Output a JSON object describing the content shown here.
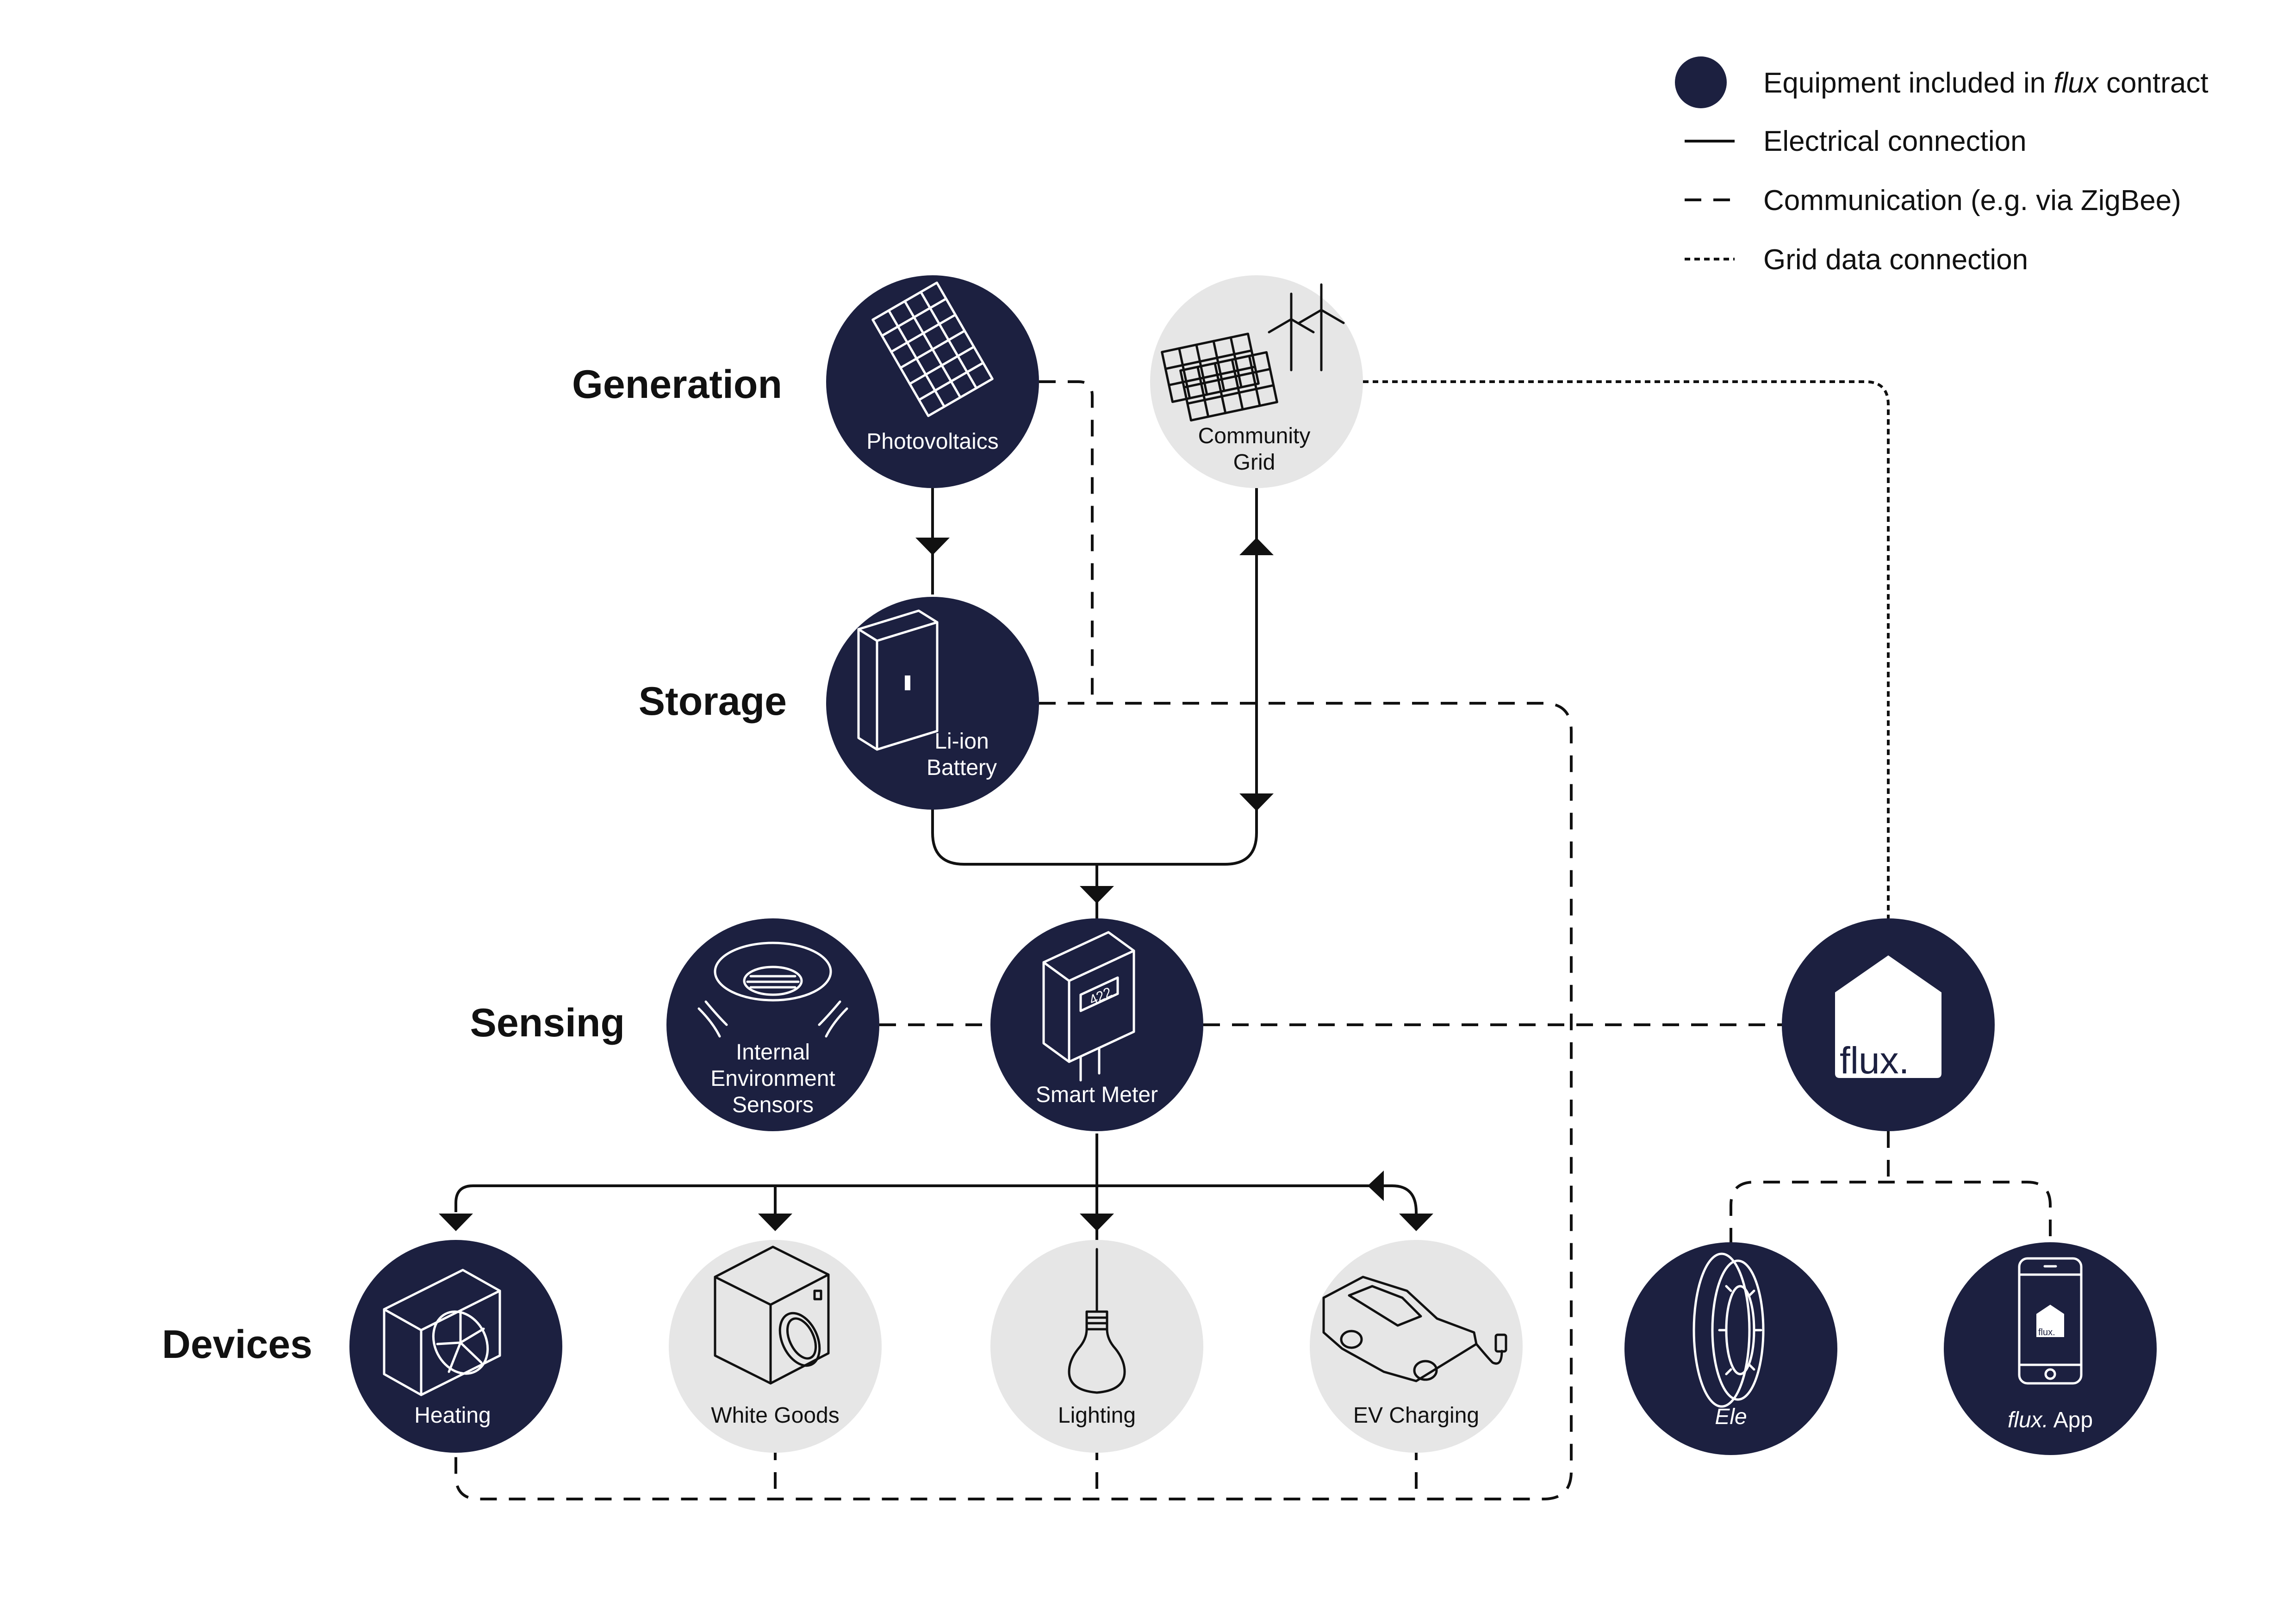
{
  "legend": {
    "equipment_prefix": "Equipment included in ",
    "equipment_brand": "flux",
    "equipment_suffix": " contract",
    "electrical": "Electrical connection",
    "communication": "Communication (e.g. via ZigBee)",
    "grid_data": "Grid data connection"
  },
  "rows": {
    "generation": "Generation",
    "storage": "Storage",
    "sensing": "Sensing",
    "devices": "Devices"
  },
  "nodes": {
    "photovoltaics": "Photovoltaics",
    "community_grid_1": "Community",
    "community_grid_2": "Grid",
    "battery_1": "Li-ion",
    "battery_2": "Battery",
    "sensors_1": "Internal",
    "sensors_2": "Environment",
    "sensors_3": "Sensors",
    "smart_meter": "Smart Meter",
    "meter_display": "422",
    "flux_hub": "flux.",
    "heating": "Heating",
    "white_goods": "White Goods",
    "lighting": "Lighting",
    "ev_charging": "EV Charging",
    "ele": "Ele",
    "app_brand": "flux.",
    "app_suffix": " App",
    "app_screen": "flux."
  },
  "colors": {
    "included": "#1c2040",
    "not_included": "#e6e6e6",
    "line": "#111111"
  }
}
